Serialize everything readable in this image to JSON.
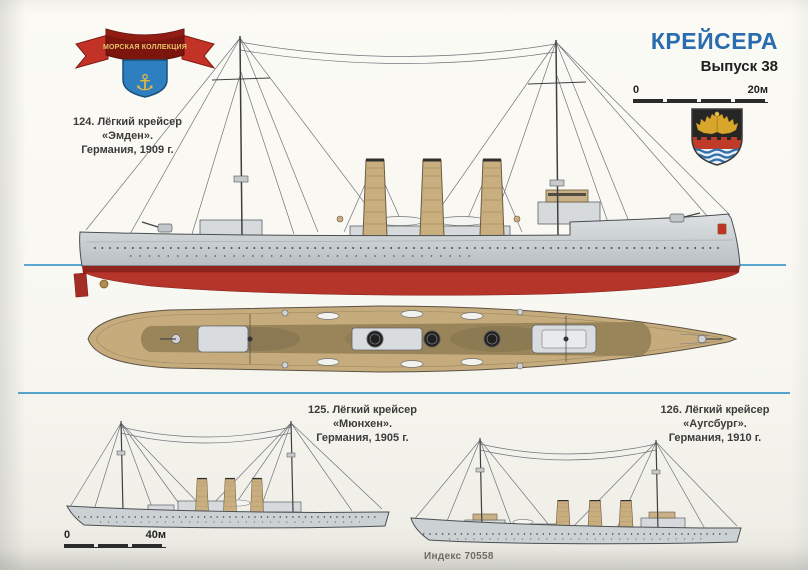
{
  "page": {
    "banner_text": "МОРСКАЯ КОЛЛЕКЦИЯ",
    "title": "КРЕЙСЕРА",
    "issue": "Выпуск 38",
    "index_code": "Индекс 70558"
  },
  "scale_bars": {
    "top": {
      "start_label": "0",
      "end_label": "20м"
    },
    "bottom": {
      "start_label": "0",
      "end_label": "40м"
    }
  },
  "ships": [
    {
      "id": "emden",
      "number_line": "124. Лёгкий крейсер",
      "name_line": "«Эмден».",
      "origin_line": "Германия, 1909 г."
    },
    {
      "id": "muenchen",
      "number_line": "125. Лёгкий крейсер",
      "name_line": "«Мюнхен».",
      "origin_line": "Германия, 1905 г."
    },
    {
      "id": "augsburg",
      "number_line": "126. Лёгкий крейсер",
      "name_line": "«Аугсбург».",
      "origin_line": "Германия, 1910 г."
    }
  ],
  "icons": {
    "anchor": "⚓"
  },
  "colors": {
    "title_blue": "#2a6cb0",
    "hull_gray": "#ccd1d4",
    "underwater_red": "#b5352b",
    "boot_stripe_red": "#8e241d",
    "funnel_buff": "#c9ae80",
    "deck_tan": "#c6ab7d",
    "deck_olive": "#948155",
    "waterline_blue": "#5aa7d0",
    "ribbon_red": "#c23227",
    "shield_blue": "#2e7fc0",
    "gold": "#d8a62a"
  }
}
